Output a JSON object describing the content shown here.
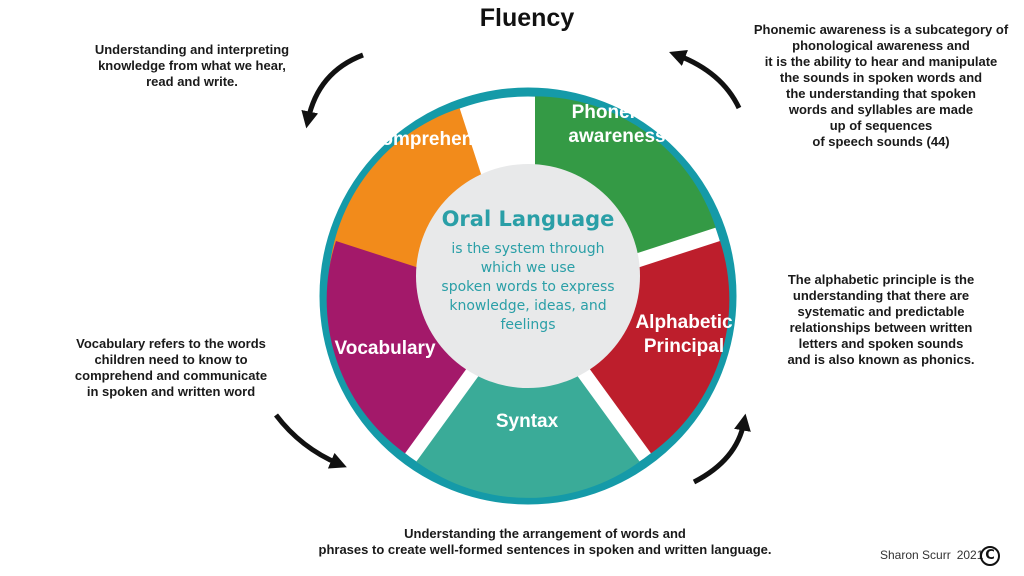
{
  "title": "Fluency",
  "center": {
    "heading": "Oral Language",
    "description_lines": [
      "is the system through",
      "which we use",
      "spoken words to express",
      "knowledge, ideas, and",
      "feelings"
    ]
  },
  "segments": [
    {
      "id": "comprehension",
      "label_lines": [
        "Comprehension"
      ],
      "color": "#f28b1b"
    },
    {
      "id": "phonemic",
      "label_lines": [
        "Phonemic",
        "awareness"
      ],
      "color": "#349a45"
    },
    {
      "id": "alphabetic",
      "label_lines": [
        "Alphabetic",
        "Principal"
      ],
      "color": "#bd1e2c"
    },
    {
      "id": "syntax",
      "label_lines": [
        "Syntax"
      ],
      "color": "#3aab98"
    },
    {
      "id": "vocabulary",
      "label_lines": [
        "Vocabulary"
      ],
      "color": "#a3196a"
    }
  ],
  "notes": {
    "comprehension": "Understanding and interpreting\nknowledge from what we hear,\nread and write.",
    "phonemic": "Phonemic awareness is a subcategory of\nphonological awareness and\nit is the ability to hear and manipulate\nthe sounds in spoken words and\nthe understanding that spoken\nwords and syllables are made\nup of sequences\nof speech sounds (44)",
    "alphabetic": "The alphabetic principle is the\nunderstanding that there are\nsystematic and predictable\nrelationships between written\nletters and spoken sounds\nand is also known as phonics.",
    "vocabulary": "Vocabulary refers to the words\nchildren need to know to\ncomprehend and communicate\nin spoken and written word",
    "syntax": "Understanding the arrangement of words and\nphrases to create well-formed sentences in spoken and written language."
  },
  "credit": {
    "name": "Sharon Scurr",
    "year": "2021",
    "symbol": "C"
  },
  "colors": {
    "ring": "#159aa8",
    "center_fill": "#e8e9ea",
    "center_text": "#2a9fa7",
    "segment_text": "#ffffff",
    "arrow": "#111111"
  }
}
